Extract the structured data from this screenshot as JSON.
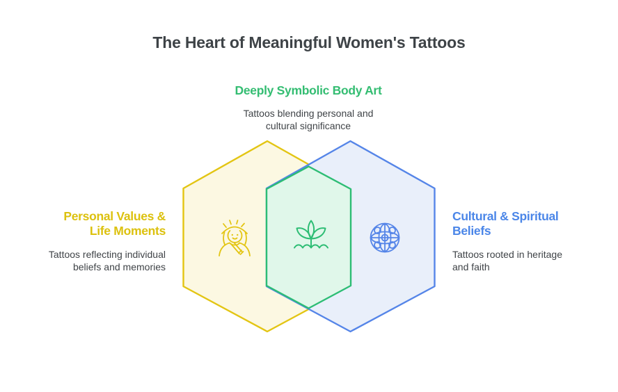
{
  "title": "The Heart of Meaningful Women's Tattoos",
  "palette": {
    "title_text": "#3e4347",
    "body_text": "#3f4347",
    "yellow_stroke": "#e3c513",
    "yellow_fill": "#fcf8e2",
    "yellow_heading": "#dcc10e",
    "green_stroke": "#2dbd74",
    "green_fill": "#e0f7ea",
    "green_heading": "#34bd72",
    "blue_stroke": "#5585e8",
    "blue_fill": "#e9effa",
    "blue_heading": "#4b86e8"
  },
  "sections": {
    "center": {
      "heading": "Deeply Symbolic Body Art",
      "description": "Tattoos blending personal and\ncultural significance",
      "icon": "lotus-icon"
    },
    "left": {
      "heading": "Personal Values &\nLife Moments",
      "description": "Tattoos reflecting individual\nbeliefs and memories",
      "icon": "woman-with-flower-crown-icon"
    },
    "right": {
      "heading": "Cultural & Spiritual\nBeliefs",
      "description": "Tattoos rooted in heritage\nand faith",
      "icon": "globe-mandala-icon"
    }
  }
}
